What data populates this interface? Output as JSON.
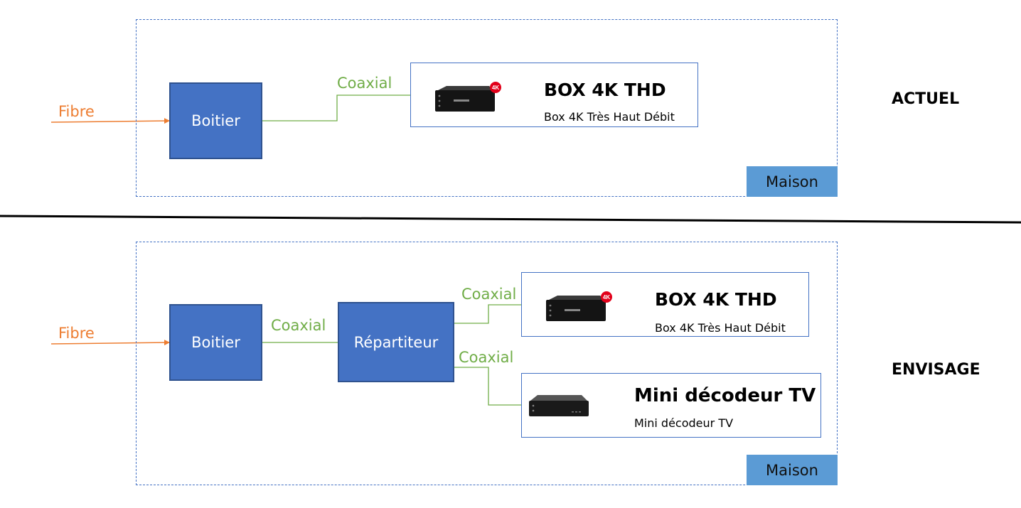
{
  "colors": {
    "node_fill": "#4472c4",
    "fibre": "#ed7d31",
    "coaxial": "#70ad47",
    "zone_border": "#4472c4",
    "maison_fill": "#5b9bd5"
  },
  "actuel": {
    "state_label": "ACTUEL",
    "zone_label": "Maison",
    "fibre_label": "Fibre",
    "boitier_label": "Boitier",
    "coax_label": "Coaxial",
    "device": {
      "title": "BOX 4K THD",
      "subtitle": "Box 4K Très Haut Débit",
      "badge": "4K",
      "icon": "tv-box-4k-icon"
    }
  },
  "envisage": {
    "state_label": "ENVISAGE",
    "zone_label": "Maison",
    "fibre_label": "Fibre",
    "boitier_label": "Boitier",
    "coax_label_1": "Coaxial",
    "repartiteur_label": "Répartiteur",
    "coax_label_2": "Coaxial",
    "coax_label_3": "Coaxial",
    "device_1": {
      "title": "BOX 4K THD",
      "subtitle": "Box 4K Très Haut Débit",
      "badge": "4K",
      "icon": "tv-box-4k-icon"
    },
    "device_2": {
      "title": "Mini décodeur TV",
      "subtitle": "Mini décodeur TV",
      "icon": "mini-decoder-icon"
    }
  }
}
